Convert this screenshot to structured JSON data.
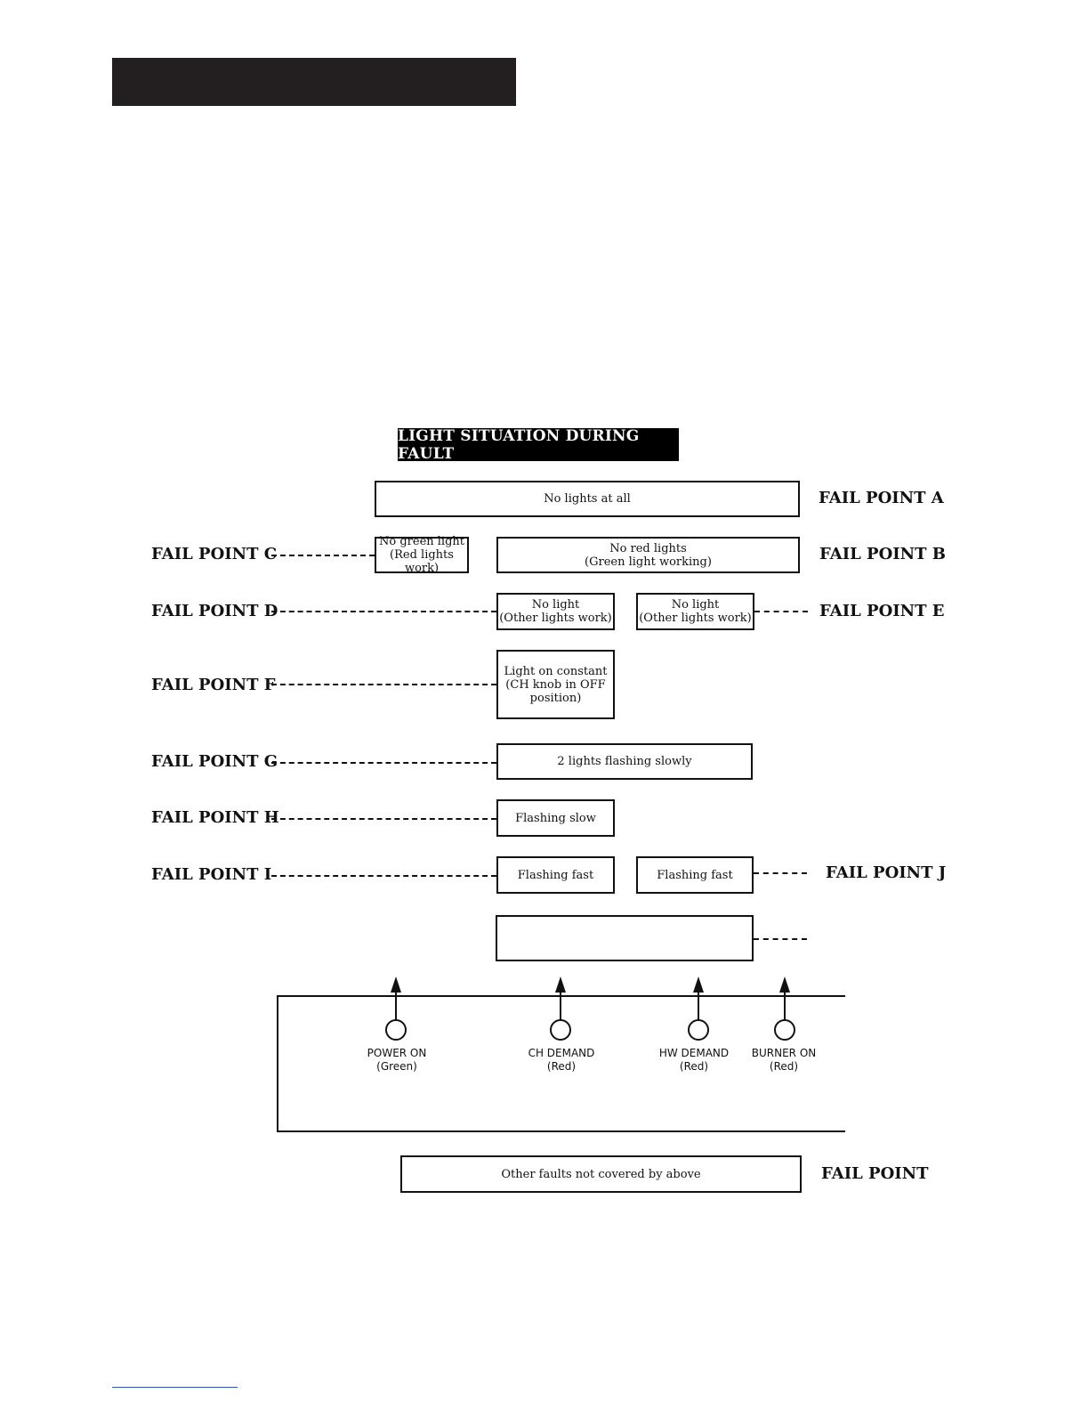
{
  "header": {
    "bar_color": "#231f20"
  },
  "title": "LIGHT SITUATION DURING FAULT",
  "boxes": {
    "a": "No lights at all",
    "c": "No green light\n(Red lights work)",
    "b": "No red lights\n(Green light working)",
    "d": "No light\n(Other lights work)",
    "e": "No light\n(Other lights work)",
    "f": "Light on constant\n(CH knob in OFF\nposition)",
    "g": "2 lights flashing slowly",
    "h": "Flashing slow",
    "i": "Flashing fast",
    "j": "Flashing fast",
    "k": "",
    "other": "Other faults not covered by above"
  },
  "fail_points": {
    "a": "FAIL POINT A",
    "b": "FAIL POINT B",
    "c": "FAIL POINT C",
    "d": "FAIL POINT D",
    "e": "FAIL POINT E",
    "f": "FAIL POINT F",
    "g": "FAIL POINT G",
    "h": "FAIL POINT H",
    "i": "FAIL POINT I",
    "j": "FAIL POINT J",
    "other": "FAIL POINT"
  },
  "lamps": [
    {
      "label": "POWER ON\n(Green)",
      "color": "Green"
    },
    {
      "label": "CH DEMAND\n(Red)",
      "color": "Red"
    },
    {
      "label": "HW DEMAND\n(Red)",
      "color": "Red"
    },
    {
      "label": "BURNER ON\n(Red)",
      "color": "Red"
    }
  ]
}
